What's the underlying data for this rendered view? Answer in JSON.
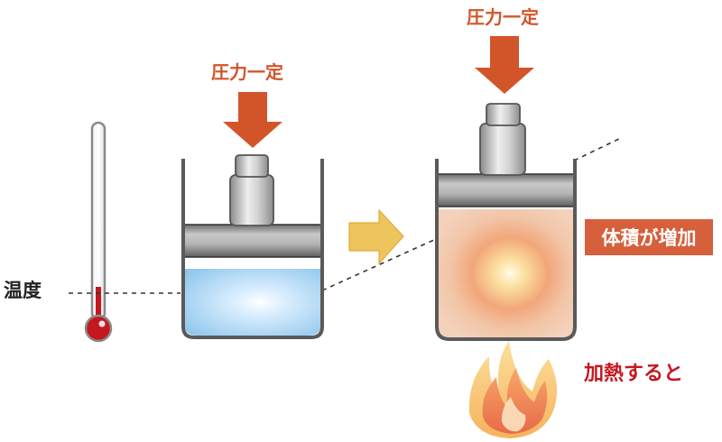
{
  "labels": {
    "pressure_constant_left": "圧力一定",
    "pressure_constant_right": "圧力一定",
    "temperature": "温度",
    "volume_increase": "体積が増加",
    "when_heated": "加熱すると"
  },
  "colors": {
    "pressure_arrow": "#d2552a",
    "process_arrow": "#eec55c",
    "gas_cool": "#a3d2f1",
    "gas_hot": "#f0c2a4",
    "badge": "#d65f3c",
    "heat_text": "#c5171f",
    "thermometer_bulb": "#c5171f"
  },
  "icons": [
    "thermometer-icon",
    "weight-icon",
    "flame-icon",
    "arrow-right-icon",
    "arrow-down-icon"
  ]
}
